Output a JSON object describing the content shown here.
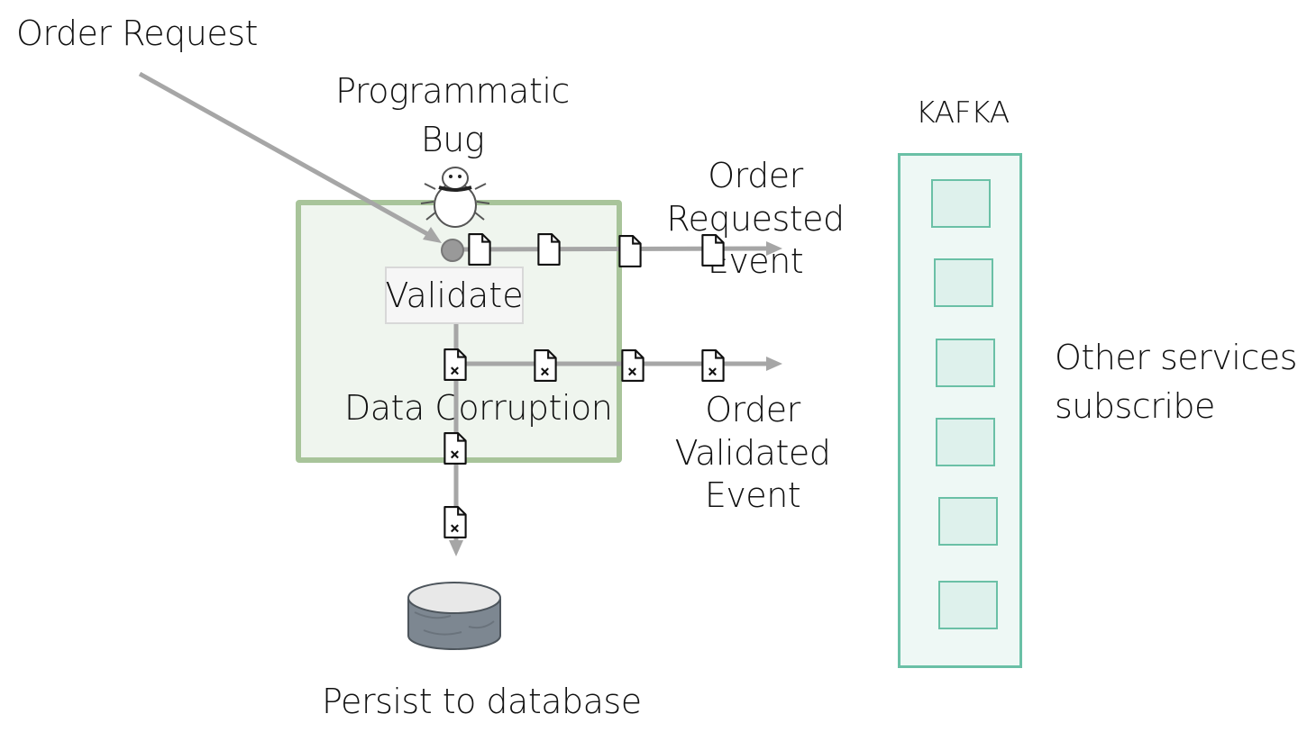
{
  "labels": {
    "order_request": "Order Request",
    "programmatic_bug_line1": "Programmatic",
    "programmatic_bug_line2": "Bug",
    "kafka": "KAFKA",
    "order_requested_line1": "Order Requested",
    "order_requested_line2": "Event",
    "validate": "Validate",
    "data_corruption": "Data Corruption",
    "order_validated_line1": "Order Validated",
    "order_validated_line2": "Event",
    "other_services_line1": "Other services",
    "other_services_line2": "subscribe",
    "persist": "Persist to database"
  },
  "icons": {
    "bug": "bug-icon",
    "document": "document-icon",
    "corrupted_document": "corrupted-document-icon",
    "database": "database-icon"
  },
  "colors": {
    "service_fill": "#eff5ee",
    "service_border": "#a8c49a",
    "kafka_fill": "#eef8f5",
    "kafka_border": "#6ac0a6",
    "arrow": "#a6a6a6",
    "database": "#7d8791"
  }
}
